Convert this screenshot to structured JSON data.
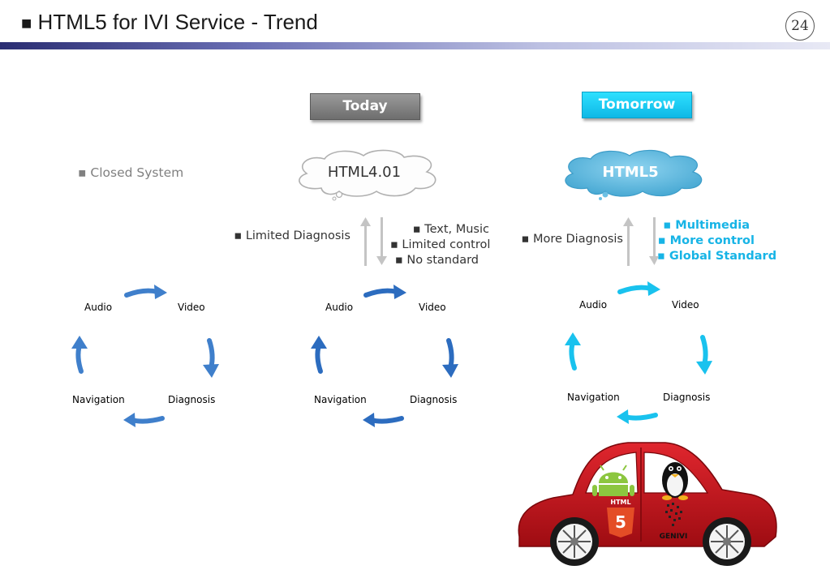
{
  "header": {
    "title": "HTML5 for IVI Service - Trend",
    "page_number": "24"
  },
  "today": {
    "tag": "Today",
    "cloud": "HTML4.01",
    "left_text": "▪ Limited Diagnosis",
    "right_lines": [
      "▪ Text, Music",
      "▪ Limited control",
      "▪ No standard"
    ]
  },
  "tomorrow": {
    "tag": "Tomorrow",
    "cloud": "HTML5",
    "left_text": "▪ More Diagnosis",
    "right_lines": [
      "▪ Multimedia",
      "▪ More control",
      "▪ Global Standard"
    ]
  },
  "legacy": {
    "label": "▪ Closed System"
  },
  "cycle_labels": {
    "audio": "Audio",
    "video": "Video",
    "navigation": "Navigation",
    "diagnosis": "Diagnosis"
  },
  "car": {
    "html_badge_text": "HTML",
    "html_badge_number": "5",
    "genivi_text": "GENIVI"
  },
  "colors": {
    "legacy_arrow": "#3f7fcb",
    "today_arrow": "#2c6cbf",
    "tomorrow_arrow": "#19c2ee",
    "tomorrow_accent": "#17b4e6",
    "car_body": "#c2121a"
  },
  "icons": [
    "cycle-arrow-icon",
    "up-arrow-icon",
    "down-arrow-icon",
    "cloud-shape",
    "car-illustration",
    "android-logo-icon",
    "tux-penguin-icon",
    "html5-badge-icon",
    "genivi-logo-icon"
  ]
}
